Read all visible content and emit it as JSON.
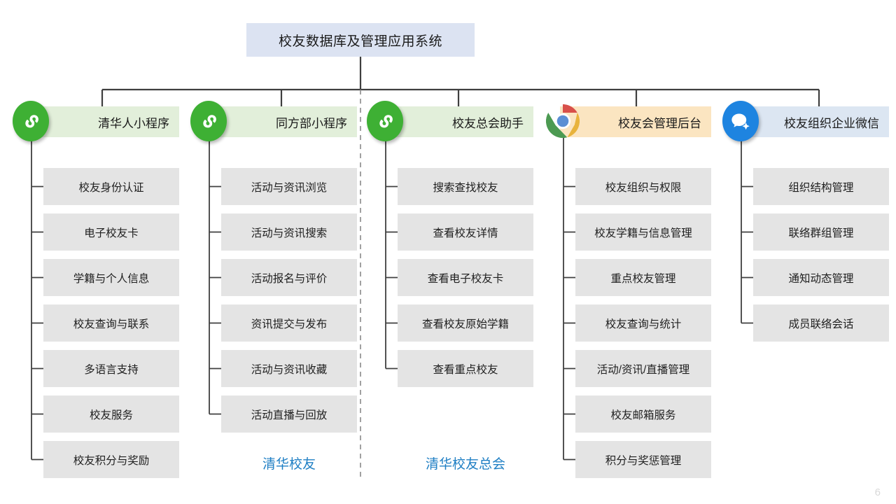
{
  "slide": {
    "title": "校友数据库及管理应用系统",
    "page_number": "6"
  },
  "colors": {
    "root_box_bg": "#DCE3F2",
    "header_green_bg": "#E2EFDA",
    "header_tan_bg": "#FBE5C1",
    "header_blue_bg": "#DCE6F2",
    "leaf_bg": "#E4E4E4",
    "caption_blue": "#1F7FC4",
    "wechat_green": "#3EB034",
    "wecom_blue": "#1E84E0",
    "connector": "#3F3F3F",
    "page_number": "#D9D9D9"
  },
  "columns": [
    {
      "key": "tsinghua-people-miniprogram",
      "header": "清华人小程序",
      "icon": "wechat-miniprogram-icon",
      "header_bg": "#E2EFDA",
      "items": [
        "校友身份认证",
        "电子校友卡",
        "学籍与个人信息",
        "校友查询与联系",
        "多语言支持",
        "校友服务",
        "校友积分与奖励"
      ],
      "caption": ""
    },
    {
      "key": "tongfangbu-miniprogram",
      "header": "同方部小程序",
      "icon": "wechat-miniprogram-icon",
      "header_bg": "#E2EFDA",
      "items": [
        "活动与资讯浏览",
        "活动与资讯搜索",
        "活动报名与评价",
        "资讯提交与发布",
        "活动与资讯收藏",
        "活动直播与回放"
      ],
      "caption": "清华校友"
    },
    {
      "key": "alumni-association-assistant",
      "header": "校友总会助手",
      "icon": "wechat-miniprogram-icon",
      "header_bg": "#E2EFDA",
      "items": [
        "搜索查找校友",
        "查看校友详情",
        "查看电子校友卡",
        "查看校友原始学籍",
        "查看重点校友"
      ],
      "caption": "清华校友总会"
    },
    {
      "key": "alumni-admin-backend",
      "header": "校友会管理后台",
      "icon": "chrome-browser-icon",
      "header_bg": "#FBE5C1",
      "items": [
        "校友组织与权限",
        "校友学籍与信息管理",
        "重点校友管理",
        "校友查询与统计",
        "活动/资讯/直播管理",
        "校友邮箱服务",
        "积分与奖惩管理"
      ],
      "caption": ""
    },
    {
      "key": "alumni-org-wecom",
      "header": "校友组织企业微信",
      "icon": "wecom-chat-icon",
      "header_bg": "#DCE6F2",
      "items": [
        "组织结构管理",
        "联络群组管理",
        "通知动态管理",
        "成员联络会话"
      ],
      "caption": ""
    }
  ]
}
